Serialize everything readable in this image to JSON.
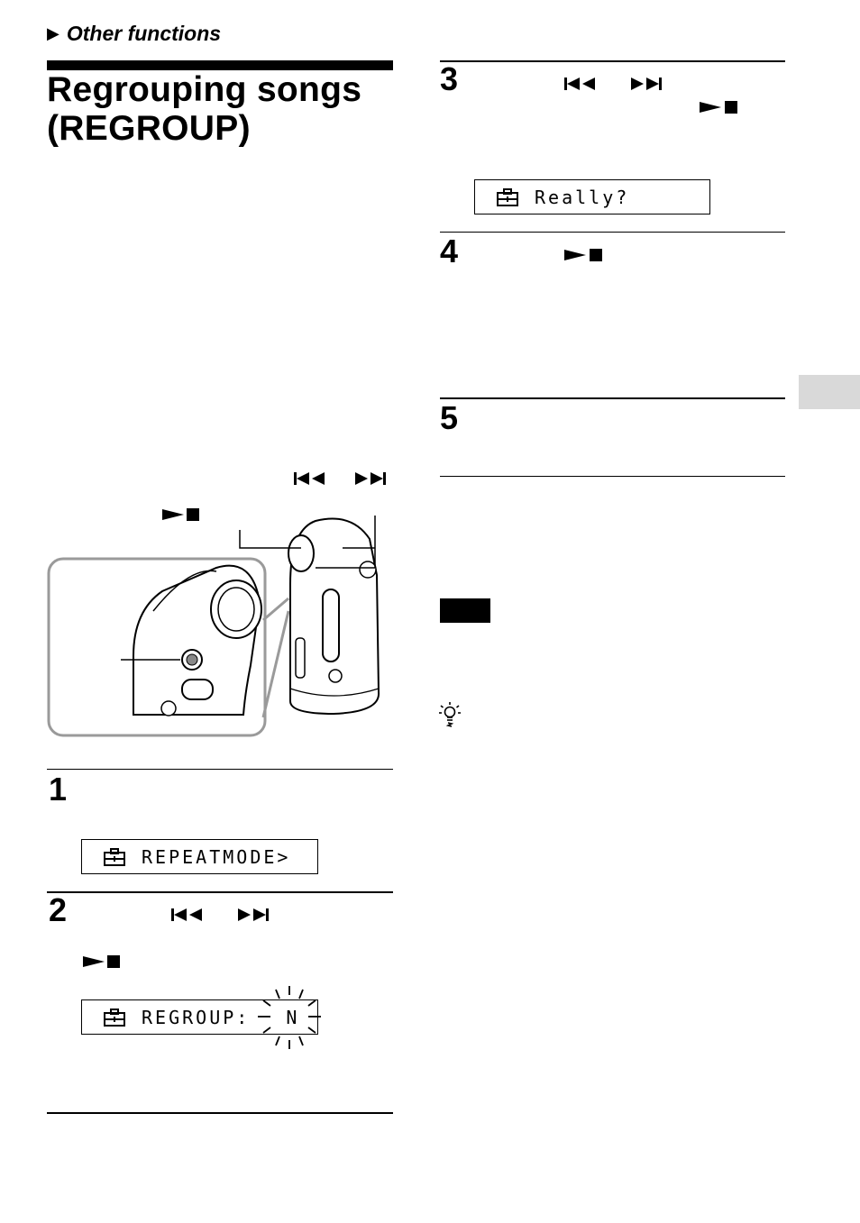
{
  "header": {
    "section_arrow": "▶",
    "section_title": "Other functions"
  },
  "page": {
    "title_line1": "Regrouping songs",
    "title_line2": "(REGROUP)"
  },
  "icons": {
    "prev": "prev-track-icon",
    "next": "next-track-icon",
    "play_stop": "play-stop-icon",
    "menu": "menu-toolbox-icon",
    "hint": "lightbulb-hint-icon"
  },
  "steps": [
    {
      "number": "1",
      "display": "REPEATMODE>"
    },
    {
      "number": "2",
      "display": "REGROUP:",
      "display_value": "N"
    },
    {
      "number": "3",
      "display": "Really?"
    },
    {
      "number": "4"
    },
    {
      "number": "5"
    }
  ],
  "colors": {
    "side_tab": "#d9d9d9",
    "inset_border": "#9a9a9a"
  }
}
